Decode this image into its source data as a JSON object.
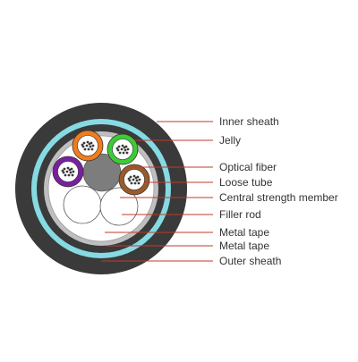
{
  "labels": [
    "Inner sheath",
    "Jelly",
    "Optical fiber",
    "Loose tube",
    "Central strength member",
    "Filler rod",
    "Metal tape",
    "Metal tape",
    "Outer sheath"
  ],
  "colors": {
    "outer_sheath": "#3a3a3a",
    "armor_ring": "#86dbe3",
    "inner_sheath": "#3a3a3a",
    "metal_tape": "#bfbfbf",
    "jelly": "#ffffff",
    "leader_line": "#c0392b",
    "central_member": "#7d7d7d",
    "tube_orange": "#f07c1e",
    "tube_green": "#3ccc34",
    "tube_purple": "#7a1fa0",
    "tube_brown": "#9b5a2a",
    "filler": "#ffffff"
  }
}
